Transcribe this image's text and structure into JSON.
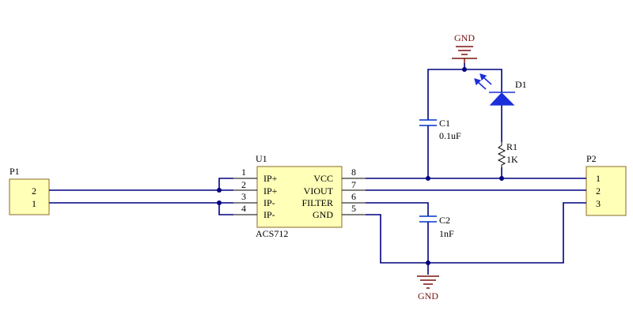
{
  "components": {
    "p1": {
      "designator": "P1",
      "pins": [
        "2",
        "1"
      ]
    },
    "p2": {
      "designator": "P2",
      "pins": [
        "1",
        "2",
        "3"
      ]
    },
    "u1": {
      "designator": "U1",
      "part": "ACS712",
      "left_pin_numbers": [
        "1",
        "2",
        "3",
        "4"
      ],
      "left_pin_names": [
        "IP+",
        "IP+",
        "IP-",
        "IP-"
      ],
      "right_pin_numbers": [
        "8",
        "7",
        "6",
        "5"
      ],
      "right_pin_names": [
        "VCC",
        "VIOUT",
        "FILTER",
        "GND"
      ]
    },
    "c1": {
      "designator": "C1",
      "value": "0.1uF"
    },
    "c2": {
      "designator": "C2",
      "value": "1nF"
    },
    "r1": {
      "designator": "R1",
      "value": "1K"
    },
    "d1": {
      "designator": "D1"
    },
    "gnd_top": {
      "label": "GND"
    },
    "gnd_bottom": {
      "label": "GND"
    }
  },
  "colors": {
    "wire": "#000080",
    "component_body": "#ffffb8",
    "ground": "#7a1010",
    "capacitor": "#0033cc",
    "led": "#1a2edb"
  }
}
